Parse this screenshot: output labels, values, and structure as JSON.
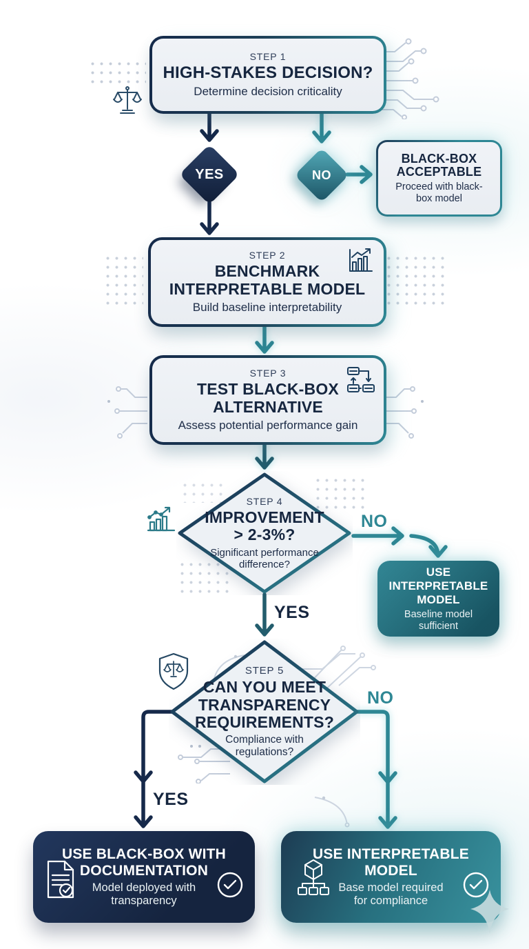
{
  "nodes": {
    "step1": {
      "step_label": "STEP 1",
      "title": "HIGH-STAKES DECISION?",
      "subtitle": "Determine decision criticality"
    },
    "branch1": {
      "yes": "YES",
      "no": "NO"
    },
    "blackbox_acceptable": {
      "title": "BLACK-BOX ACCEPTABLE",
      "subtitle": "Proceed with black-box model"
    },
    "step2": {
      "step_label": "STEP 2",
      "title": "BENCHMARK INTERPRETABLE MODEL",
      "subtitle": "Build baseline interpretability"
    },
    "step3": {
      "step_label": "STEP 3",
      "title": "TEST BLACK-BOX ALTERNATIVE",
      "subtitle": "Assess potential performance gain"
    },
    "step4": {
      "step_label": "STEP 4",
      "title_line1": "IMPROVEMENT",
      "title_line2": "> 2-3%?",
      "subtitle": "Significant performance difference?"
    },
    "branch4": {
      "yes": "YES",
      "no": "NO"
    },
    "use_interpretable_note": {
      "title": "USE INTERPRETABLE MODEL",
      "subtitle": "Baseline model sufficient"
    },
    "step5": {
      "step_label": "STEP 5",
      "title": "CAN YOU MEET TRANSPARENCY REQUIREMENTS?",
      "subtitle": "Compliance with regulations?"
    },
    "branch5": {
      "yes": "YES",
      "no": "NO"
    },
    "final_blackbox": {
      "title": "USE BLACK-BOX WITH DOCUMENTATION",
      "subtitle": "Model deployed with transparency"
    },
    "final_interpretable": {
      "title": "USE INTERPRETABLE MODEL",
      "subtitle": "Base model required for compliance"
    }
  },
  "colors": {
    "navy": "#16294a",
    "navy_text": "#16263f",
    "teal": "#2e8794",
    "teal_dark": "#235d6d",
    "box_fill": "#eef1f5",
    "decor_gray": "#c3ccda"
  },
  "icons": {
    "step1_left": "scales-icon",
    "step2_corner": "bar-chart-icon",
    "step3_corner": "workflow-icon",
    "step4_left": "combo-chart-icon",
    "step5_left": "shield-scales-icon",
    "final_blackbox_left": "document-check-icon",
    "final_blackbox_right": "check-circle-icon",
    "final_interpretable_left": "model-hierarchy-icon",
    "final_interpretable_right": "check-circle-icon",
    "decor": "circuit-traces, dot-grid, sparkle"
  }
}
